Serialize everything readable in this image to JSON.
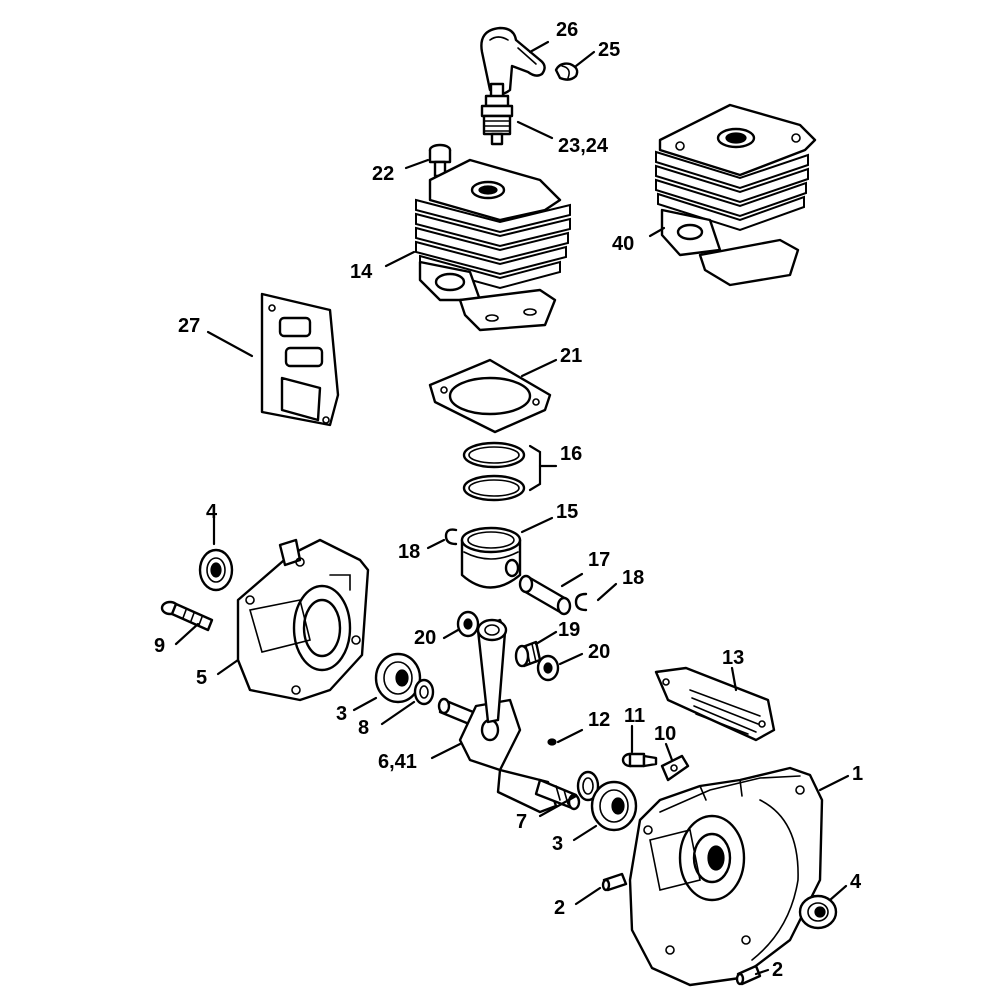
{
  "callouts": {
    "c26": "26",
    "c25": "25",
    "c23_24": "23,24",
    "c22": "22",
    "c40": "40",
    "c14": "14",
    "c27": "27",
    "c21": "21",
    "c16": "16",
    "c15": "15",
    "c4_left": "4",
    "c18_left": "18",
    "c17": "17",
    "c18_right": "18",
    "c9": "9",
    "c20_left": "20",
    "c19": "19",
    "c5": "5",
    "c20_right": "20",
    "c13": "13",
    "c3_left": "3",
    "c8": "8",
    "c12": "12",
    "c11": "11",
    "c10": "10",
    "c6_41": "6,41",
    "c1": "1",
    "c7": "7",
    "c3_right": "3",
    "c4_right": "4",
    "c2_left": "2",
    "c2_bottom": "2"
  },
  "colors": {
    "line": "#000000",
    "background": "#ffffff"
  }
}
